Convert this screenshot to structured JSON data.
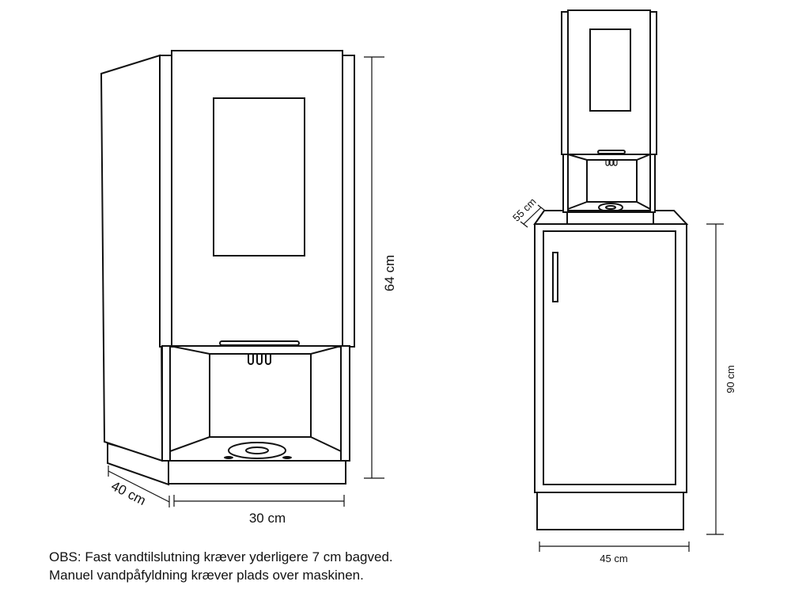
{
  "left_machine": {
    "height_label": "64 cm",
    "width_label": "30 cm",
    "depth_label": "40 cm"
  },
  "right_machine": {
    "depth_label": "55 cm",
    "cabinet_height_label": "90 cm",
    "cabinet_width_label": "45 cm"
  },
  "notes": [
    "OBS: Fast vandtilslutning kræver yderligere 7 cm bagved.",
    "Manuel vandpåfyldning kræver plads over maskinen."
  ]
}
